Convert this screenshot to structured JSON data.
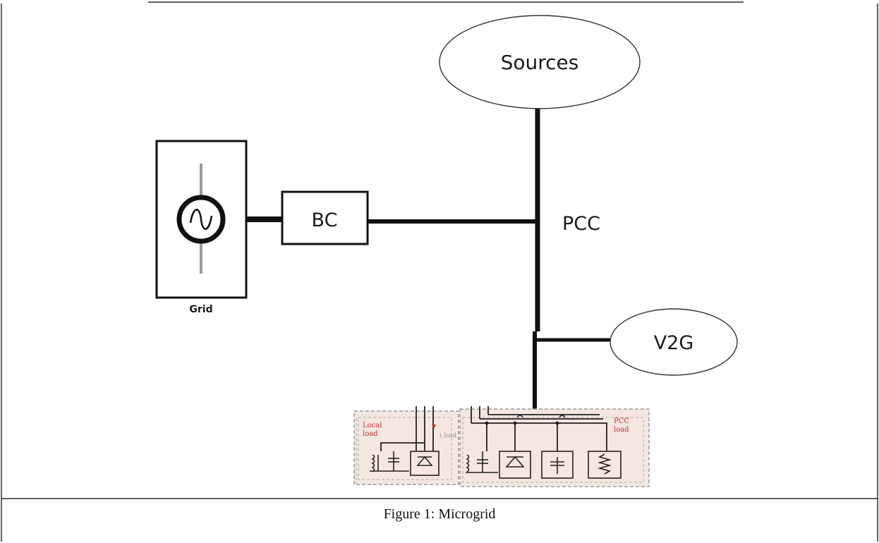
{
  "diagram": {
    "nodes": {
      "sources": "Sources",
      "bc": "BC",
      "pcc": "PCC",
      "v2g": "V2G",
      "grid": "Grid"
    },
    "local_load_label": [
      "Local",
      "load"
    ],
    "pcc_load_label": [
      "PCC",
      "load"
    ],
    "local_load_current_label": "i_load"
  },
  "caption": "Figure 1: Microgrid",
  "colors": {
    "line": "#111111",
    "load_panel_bg": "#f4e6e0",
    "load_panel_border": "#9a9a9a",
    "load_text": "#c03030"
  }
}
